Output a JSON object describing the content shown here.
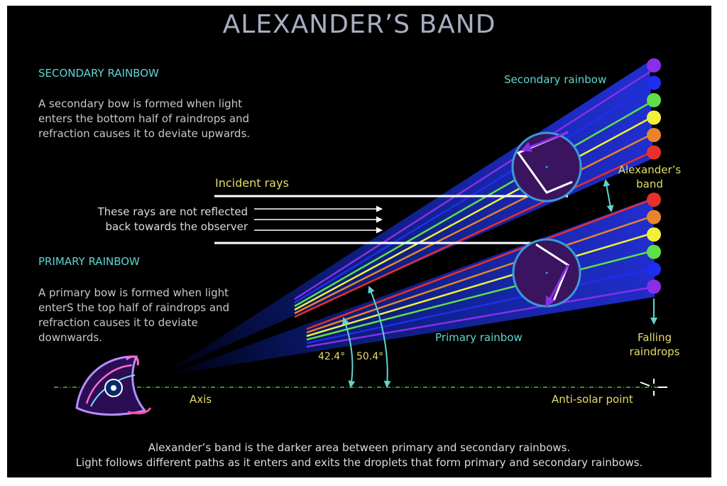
{
  "title": "ALEXANDER’S BAND",
  "secondary": {
    "heading": "SECONDARY RAINBOW",
    "body": "A secondary bow is formed when light enters the bottom half of raindrops and refraction causes it to deviate upwards."
  },
  "primary": {
    "heading": "PRIMARY RAINBOW",
    "body": "A primary bow is formed when light enterS the top half of raindrops and refraction causes it to deviate downwards."
  },
  "labels": {
    "incident_rays": "Incident rays",
    "not_reflected_line1": "These rays are not reflected",
    "not_reflected_line2": "back towards the observer",
    "secondary_rainbow": "Secondary rainbow",
    "primary_rainbow": "Primary rainbow",
    "alexanders_band_line1": "Alexander’s",
    "alexanders_band_line2": "band",
    "falling_line1": "Falling",
    "falling_line2": "raindrops",
    "axis": "Axis",
    "anti_solar": "Anti-solar point",
    "angle_primary": "42.4°",
    "angle_secondary": "50.4°"
  },
  "footer": {
    "line1": "Alexander’s band is the darker area between primary and secondary rainbows.",
    "line2": "Light follows different paths as it enters and exits the droplets that form primary and secondary rainbows."
  },
  "colors": {
    "background": "#000000",
    "heading": "#5ed6d0",
    "label_yellow": "#e6dc6a",
    "droplet": "#3b1460",
    "red": "#e8302a",
    "orange": "#e8852a",
    "yellow": "#f0f03a",
    "green": "#5ee04a",
    "blue": "#1d2ef0",
    "violet": "#8a2ee8"
  },
  "secondary_dot_colors": [
    "#8a2ee8",
    "#1d2ef0",
    "#5ee04a",
    "#f0f03a",
    "#e8852a",
    "#e8302a"
  ],
  "primary_dot_colors": [
    "#e8302a",
    "#e8852a",
    "#f0f03a",
    "#5ee04a",
    "#1d2ef0",
    "#8a2ee8"
  ]
}
